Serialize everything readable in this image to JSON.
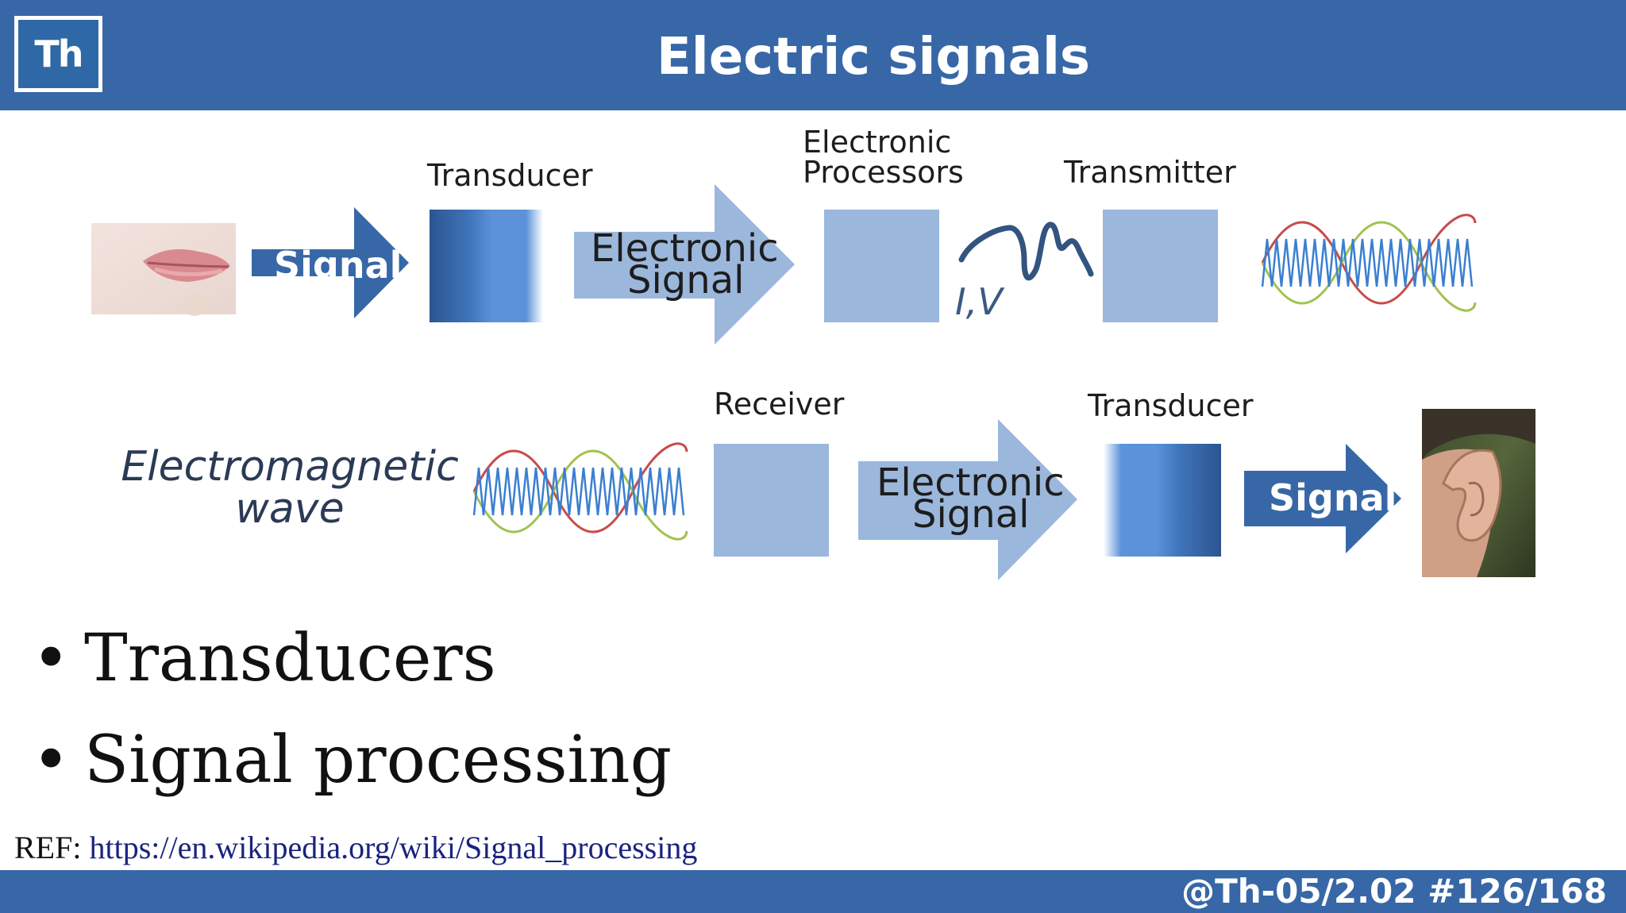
{
  "header": {
    "logo_text": "Th",
    "title": "Electric signals"
  },
  "diagram": {
    "top_row": {
      "signal_arrow": "Signal",
      "transducer_label": "Transducer",
      "electronic_signal_line1": "Electronic",
      "electronic_signal_line2": "Signal",
      "processors_line1": "Electronic",
      "processors_line2": "Processors",
      "iv_label": "I,V",
      "transmitter_label": "Transmitter"
    },
    "bottom_row": {
      "em_wave_line1": "Electromagnetic",
      "em_wave_line2": "wave",
      "receiver_label": "Receiver",
      "electronic_signal_line1": "Electronic",
      "electronic_signal_line2": "Signal",
      "transducer_label": "Transducer",
      "signal_arrow": "Signal"
    },
    "colors": {
      "dark_arrow": "#3767a6",
      "light_box": "#9bb7dc",
      "light_arrow": "#9bb7dc"
    }
  },
  "bullets": [
    "Transducers",
    "Signal processing"
  ],
  "reference": {
    "prefix": "REF: ",
    "url": "https://en.wikipedia.org/wiki/Signal_processing"
  },
  "footer": {
    "slide_number": "@Th-05/2.02 #126/168"
  }
}
